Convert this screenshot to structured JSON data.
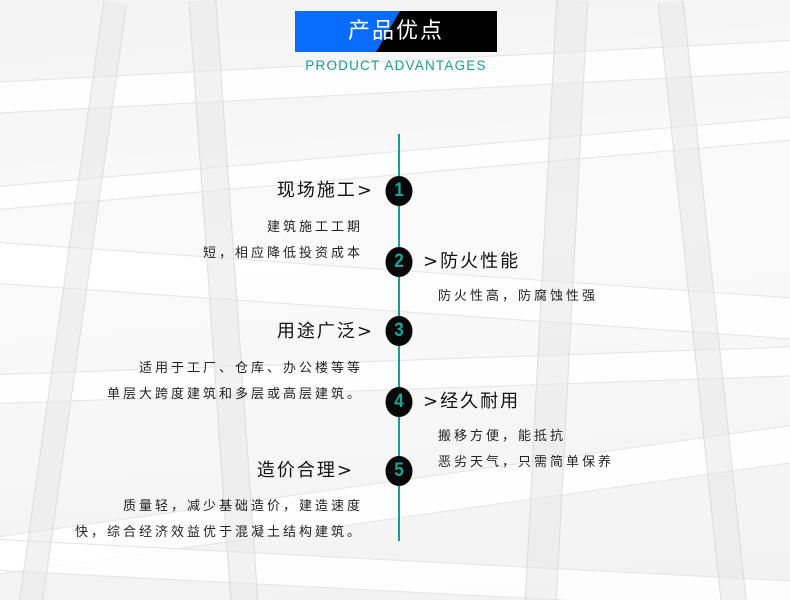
{
  "header": {
    "title": "产品优点",
    "subtitle": "PRODUCT ADVANTAGES"
  },
  "colors": {
    "blue": "#0a6cff",
    "black": "#000000",
    "teal": "#1a9e94",
    "text": "#111111"
  },
  "advantages": [
    {
      "number": "1",
      "title": "现场施工>",
      "side": "left",
      "lines": [
        "建筑施工工期",
        "短，相应降低投资成本"
      ]
    },
    {
      "number": "2",
      "title": ">防火性能",
      "side": "right",
      "lines": [
        "防火性高，防腐蚀性强"
      ]
    },
    {
      "number": "3",
      "title": "用途广泛>",
      "side": "left",
      "lines": [
        "适用于工厂、仓库、办公楼等等",
        "单层大跨度建筑和多层或高层建筑。"
      ]
    },
    {
      "number": "4",
      "title": ">经久耐用",
      "side": "right",
      "lines": [
        "搬移方便，能抵抗",
        "恶劣天气，只需简单保养"
      ]
    },
    {
      "number": "5",
      "title": "造价合理>",
      "side": "left",
      "lines": [
        "质量轻，减少基础造价，建造速度",
        "快，综合经济效益优于混凝土结构建筑。"
      ]
    }
  ]
}
